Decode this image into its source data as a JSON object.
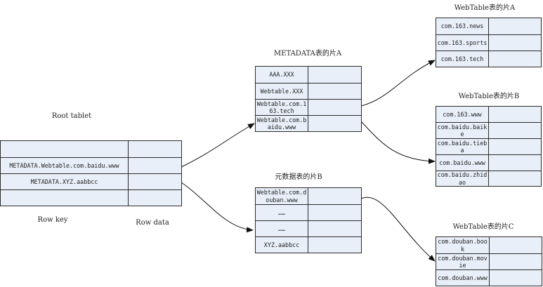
{
  "root": {
    "title": "Root tablet",
    "rows": [
      "",
      "METADATA.Webtable.com.baidu.www",
      "METADATA.XYZ.aabbcc",
      ""
    ],
    "col_label_key": "Row key",
    "col_label_data": "Row data"
  },
  "meta_a": {
    "title": "METADATA表的片A",
    "rows": [
      "AAA.XXX",
      "Webtable.XXX",
      "Webtable.com.163.tech",
      "Webtable.com.baidu.www"
    ]
  },
  "meta_b": {
    "title": "元数据表的片B",
    "rows": [
      "Webtable.com.douban.www",
      "……",
      "……",
      "XYZ.aabbcc"
    ]
  },
  "web_a": {
    "title": "WebTable表的片A",
    "rows": [
      "com.163.news",
      "com.163.sports",
      "com.163.tech"
    ]
  },
  "web_b": {
    "title": "WebTable表的片B",
    "rows": [
      "com.163.www",
      "com.baidu.baike",
      "com.baidu.tieba",
      "com.baidu.www",
      "com.baidu.zhidao"
    ]
  },
  "web_c": {
    "title": "WebTable表的片C",
    "rows": [
      "com.douban.book",
      "com.douban.movie",
      "com.douban.www"
    ]
  }
}
